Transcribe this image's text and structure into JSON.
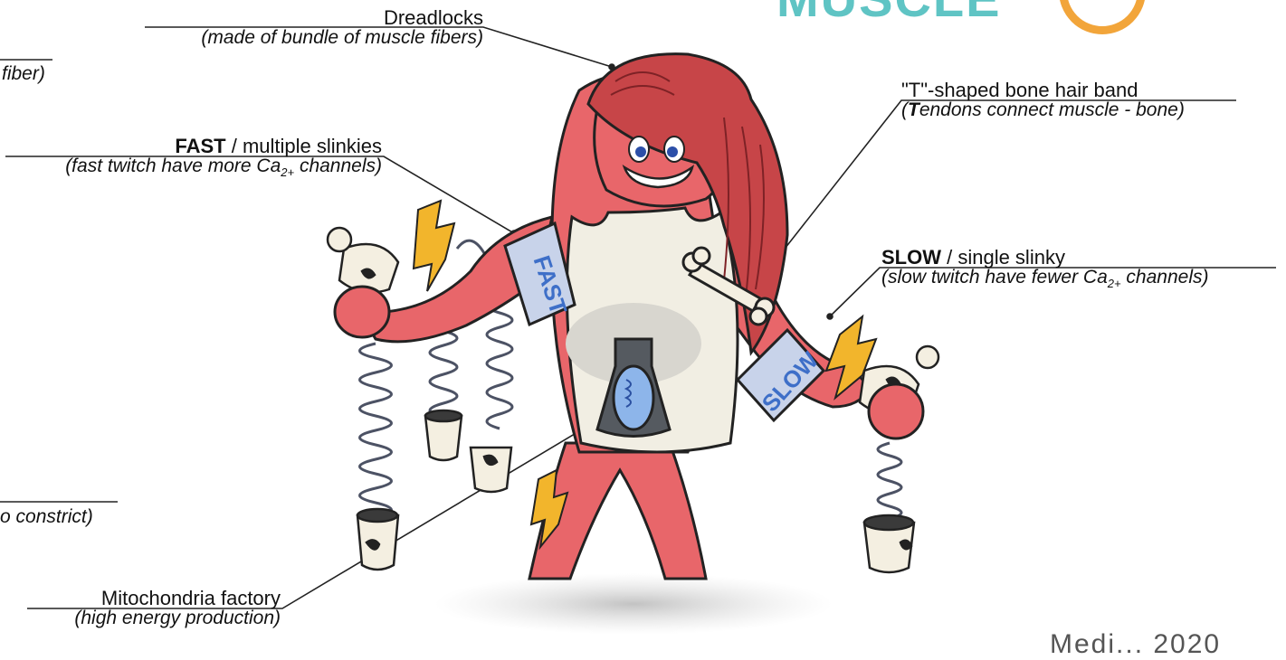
{
  "labels": {
    "dreadlocks": {
      "title": "Dreadlocks",
      "sub": "(made of bundle of muscle fibers)"
    },
    "fast": {
      "title_bold": "FAST",
      "title_rest": " / multiple slinkies",
      "sub_pre": "(fast twitch have more Ca",
      "sub_sub": "2+",
      "sub_post": " channels)"
    },
    "tendon": {
      "title": "\"T\"-shaped bone hair band",
      "sub_bold": "T",
      "sub_rest": "endons connect muscle - bone)",
      "sub_open": "("
    },
    "slow": {
      "title_bold": "SLOW",
      "title_rest": " / single slinky",
      "sub_pre": "(slow twitch have fewer Ca",
      "sub_sub": "2+",
      "sub_post": " channels)"
    },
    "mito": {
      "title": "Mitochondria factory",
      "sub": "(high energy production)"
    }
  },
  "cut_text": {
    "fiber": "fiber)",
    "constrict": "o constrict)"
  },
  "brand": {
    "word": "MUSCLE"
  },
  "footer": {
    "text": "Medi... 2020"
  },
  "band_text": {
    "fast": "FAST",
    "slow": "SLOW"
  },
  "colors": {
    "muscle": "#e8666a",
    "muscle_dark": "#c94a50",
    "hair": "#c74548",
    "shirt": "#f1eee3",
    "bone": "#f4efe1",
    "spring": "#4c5264",
    "bolt": "#f2b52c",
    "band": "#c8d3ea",
    "mito": "#8db5ea"
  }
}
